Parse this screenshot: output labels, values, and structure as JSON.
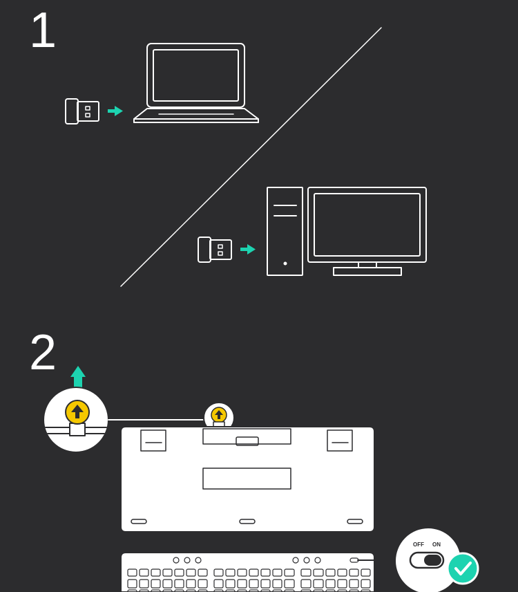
{
  "steps": [
    {
      "number": "1"
    },
    {
      "number": "2"
    }
  ],
  "switch": {
    "off_label": "OFF",
    "on_label": "ON"
  },
  "icons": {
    "receiver": "usb-receiver-icon",
    "arrow": "arrow-right-icon",
    "laptop": "laptop-icon",
    "desktop": "desktop-computer-icon",
    "pull_tab": "pull-tab-arrow-up-icon",
    "check": "check-icon"
  },
  "colors": {
    "background": "#2c2c2e",
    "line": "#ffffff",
    "accent": "#1dd3b0",
    "tab_yellow": "#f5c800"
  }
}
